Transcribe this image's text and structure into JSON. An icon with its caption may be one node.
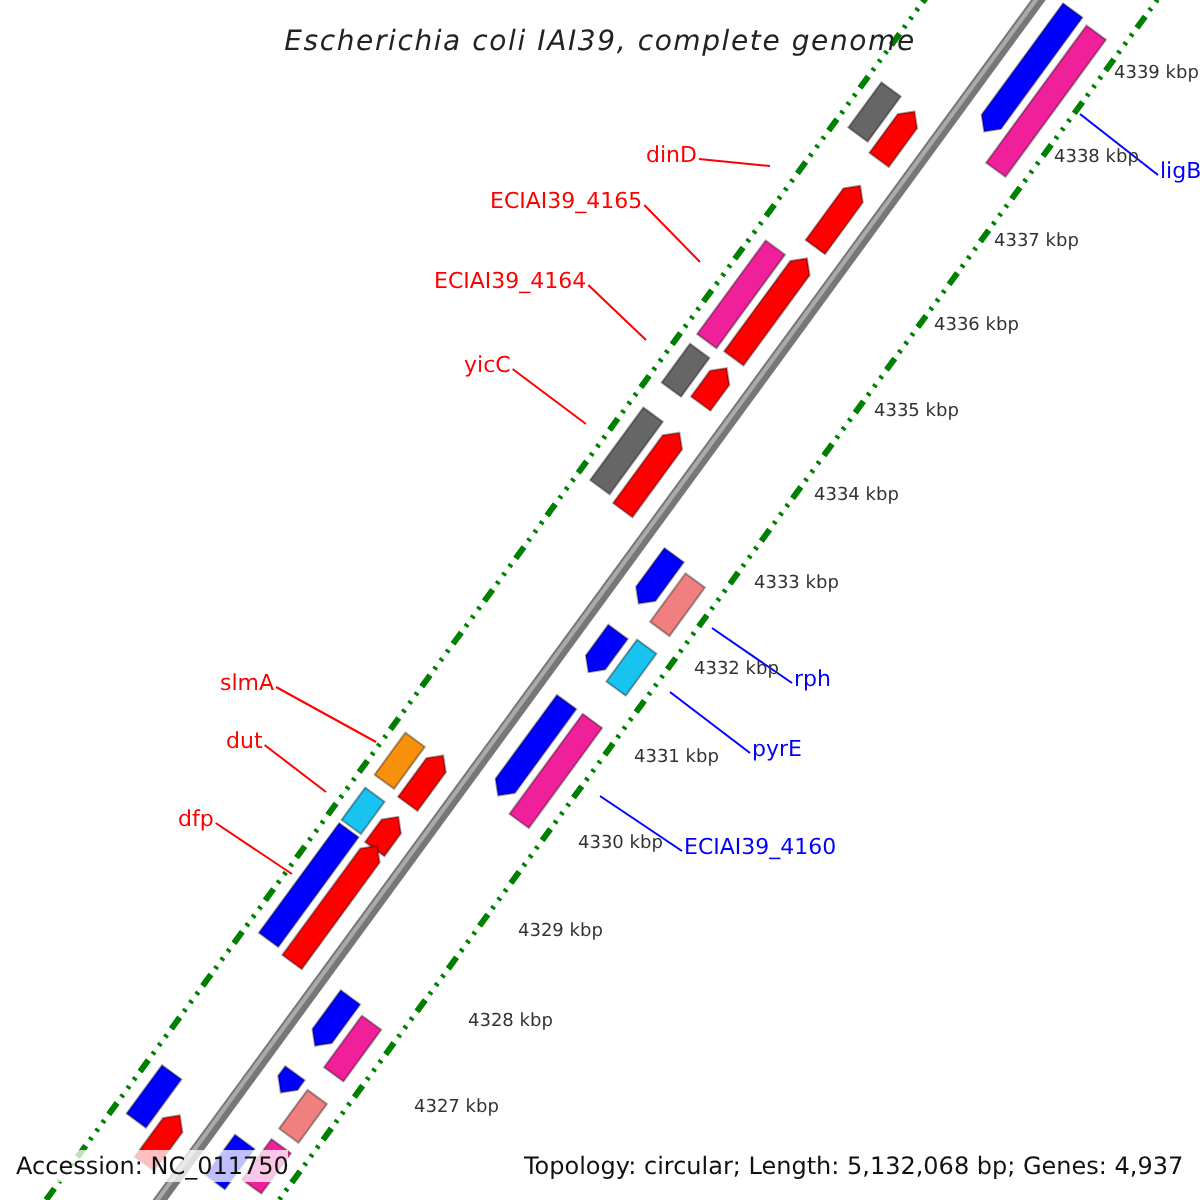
{
  "diagram": {
    "title": "Escherichia coli IAI39, complete genome",
    "nodes": [
      {
        "text": [
          "dinD"
        ]
      },
      {
        "text": [
          "ECIAI39_4165"
        ]
      },
      {
        "text": [
          "ECIAI39_4164"
        ]
      },
      {
        "text": [
          "yicC"
        ]
      },
      {
        "text": [
          "slmA"
        ]
      },
      {
        "text": [
          "dut"
        ]
      },
      {
        "text": [
          "dfp"
        ]
      },
      {
        "text": [
          "ligB"
        ]
      },
      {
        "text": [
          "rph"
        ]
      },
      {
        "text": [
          "pyrE"
        ]
      },
      {
        "text": [
          "ECIAI39_4160"
        ]
      }
    ],
    "edges": [
      {
        "from": 0,
        "to": null,
        "arrow": "none"
      },
      {
        "from": 1,
        "to": null,
        "arrow": "none"
      },
      {
        "from": 2,
        "to": null,
        "arrow": "none"
      },
      {
        "from": 3,
        "to": null,
        "arrow": "none"
      },
      {
        "from": 4,
        "to": null,
        "arrow": "none"
      },
      {
        "from": 5,
        "to": null,
        "arrow": "none"
      },
      {
        "from": 6,
        "to": null,
        "arrow": "none"
      },
      {
        "from": 7,
        "to": null,
        "arrow": "none",
        "color": "#0000ff"
      },
      {
        "from": 8,
        "to": null,
        "arrow": "none",
        "color": "#0000ff"
      },
      {
        "from": 9,
        "to": null,
        "arrow": "none",
        "color": "#0000ff"
      },
      {
        "from": 10,
        "to": null,
        "arrow": "none",
        "color": "#0000ff"
      }
    ],
    "labels": [
      "4339 kbp",
      "4338 kbp",
      "4337 kbp",
      "4336 kbp",
      "4335 kbp",
      "4334 kbp",
      "4333 kbp",
      "4332 kbp",
      "4331 kbp",
      "4330 kbp",
      "4329 kbp",
      "4328 kbp",
      "4327 kbp",
      "Accession: NC_011750",
      "Topology: circular; Length: 5,132,068 bp; Genes: 4,937"
    ]
  }
}
